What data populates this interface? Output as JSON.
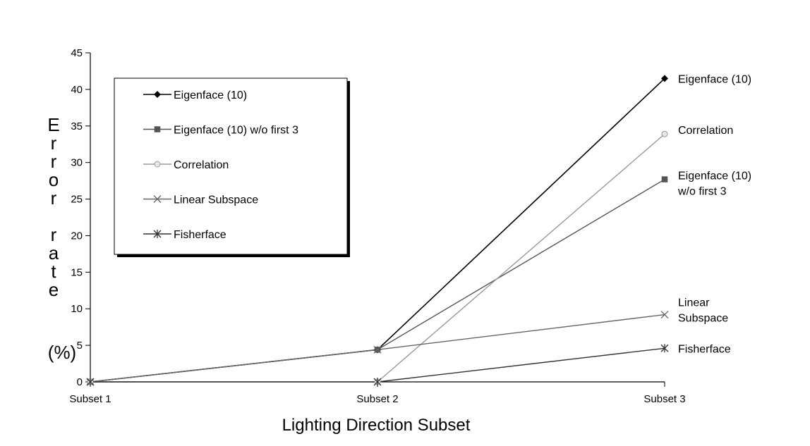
{
  "chart_data": {
    "type": "line",
    "categories": [
      "Subset 1",
      "Subset 2",
      "Subset 3"
    ],
    "xlabel": "Lighting Direction Subset",
    "ylabel_letters": [
      "E",
      "r",
      "r",
      "o",
      "r",
      "",
      "r",
      "a",
      "t",
      "e"
    ],
    "ylabel_unit": "(%)",
    "ylim": [
      0,
      45
    ],
    "yticks": [
      0,
      5,
      10,
      15,
      20,
      25,
      30,
      35,
      40,
      45
    ],
    "grid": false,
    "legend_position": "top-left",
    "series": [
      {
        "name": "Eigenface (10)",
        "values": [
          0,
          4.4,
          41.5
        ],
        "color": "#000000",
        "marker": "diamond",
        "end_label": [
          "Eigenface (10)"
        ]
      },
      {
        "name": "Eigenface (10) w/o first 3",
        "values": [
          0,
          4.4,
          27.7
        ],
        "color": "#555555",
        "marker": "square",
        "end_label": [
          "Eigenface (10)",
          "w/o first 3"
        ]
      },
      {
        "name": "Correlation",
        "values": [
          0,
          0,
          33.9
        ],
        "color": "#9a9a9a",
        "marker": "circle",
        "end_label": [
          "Correlation"
        ]
      },
      {
        "name": "Linear Subspace",
        "values": [
          0,
          4.4,
          9.2
        ],
        "color": "#666666",
        "marker": "x",
        "end_label": [
          "Linear",
          "Subspace"
        ]
      },
      {
        "name": "Fisherface",
        "values": [
          0,
          0,
          4.6
        ],
        "color": "#333333",
        "marker": "asterisk",
        "end_label": [
          "Fisherface"
        ]
      }
    ]
  }
}
